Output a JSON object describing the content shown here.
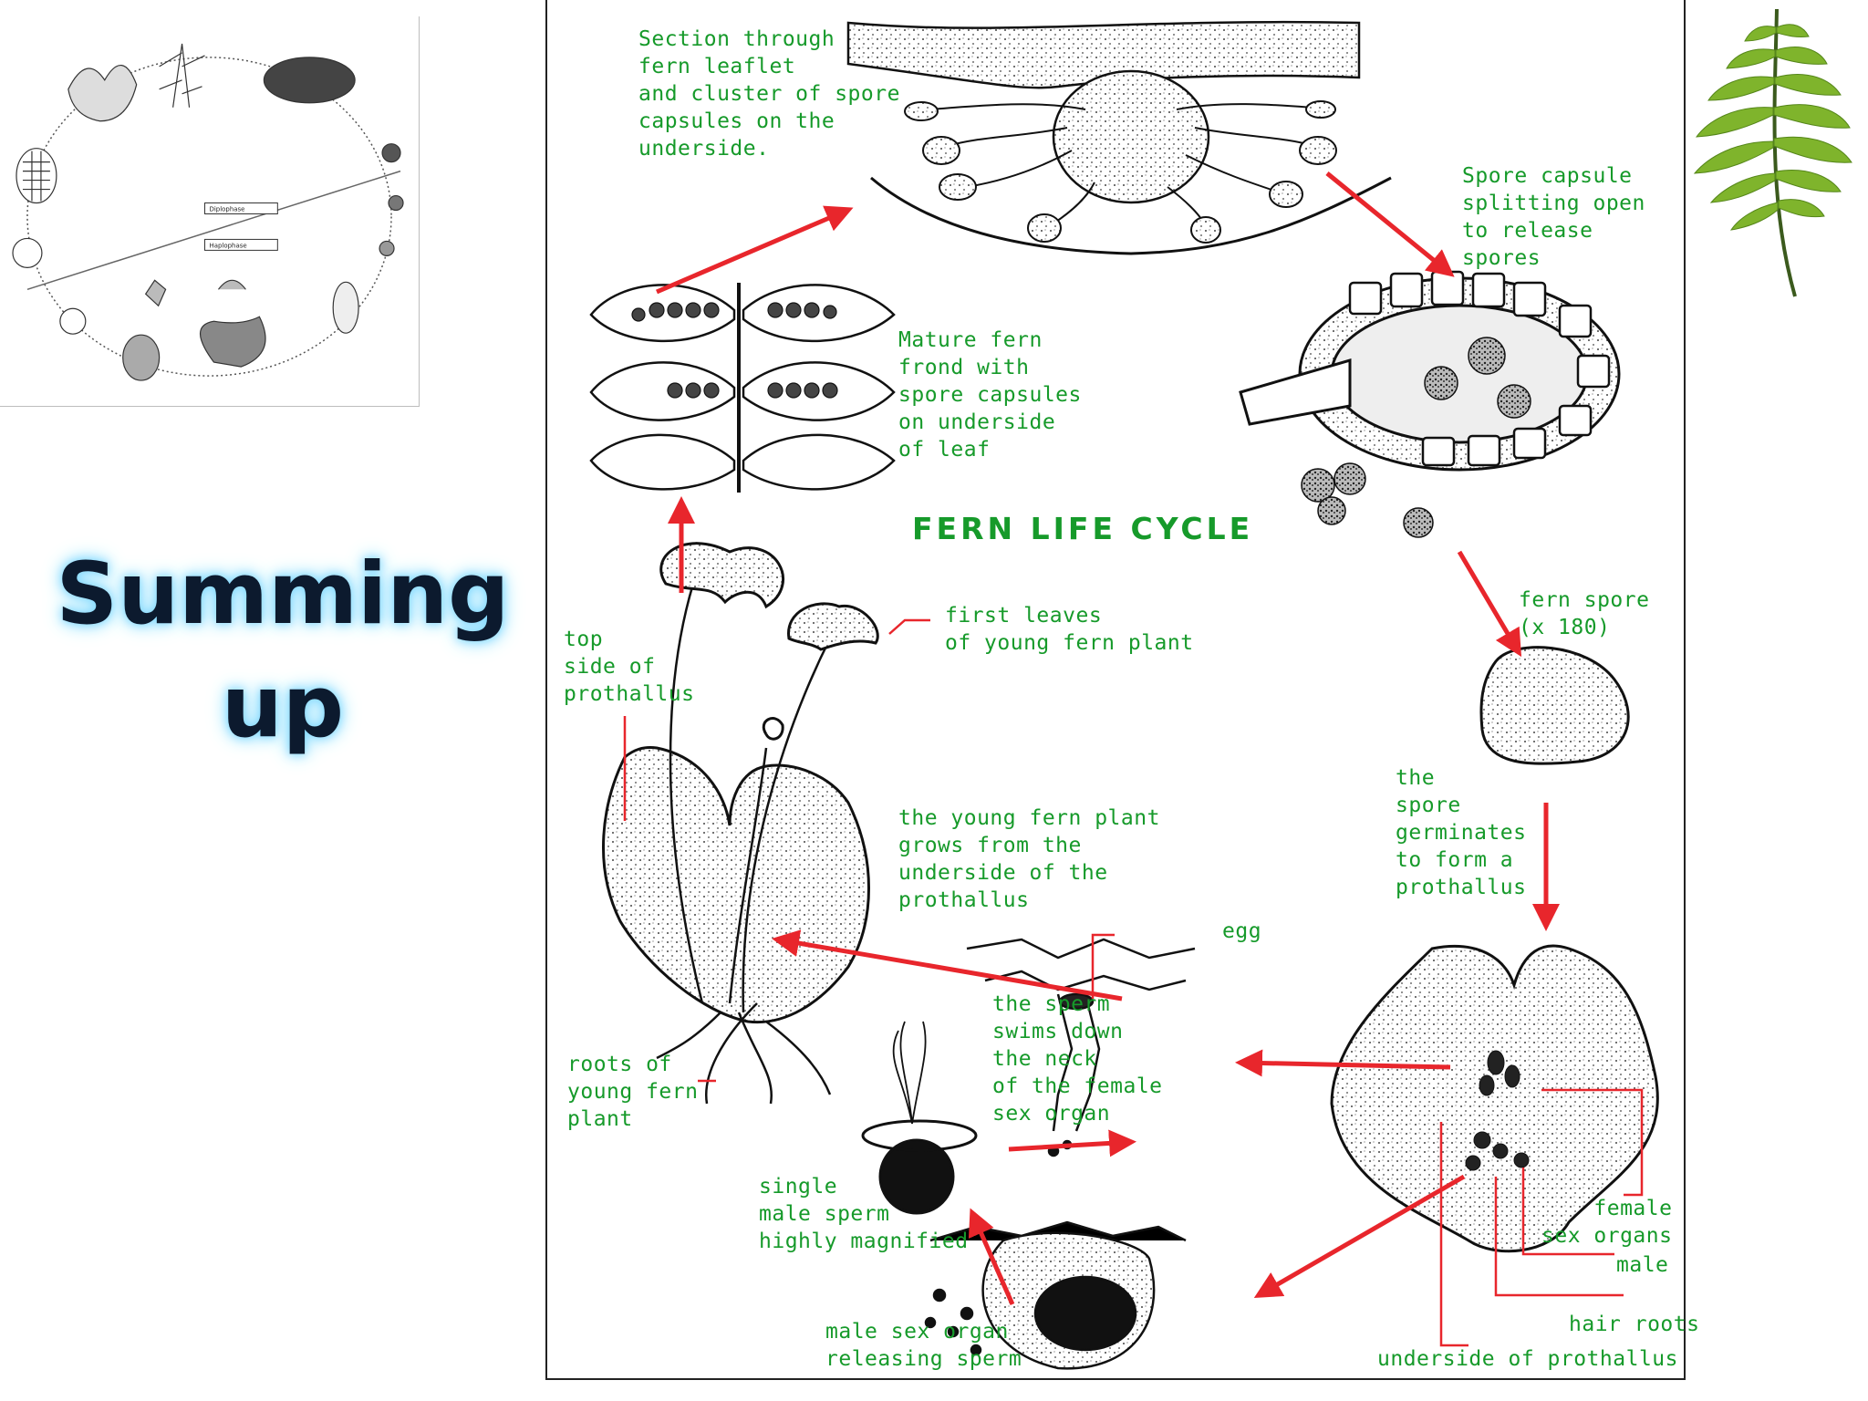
{
  "slide": {
    "heading_line1": "Summing",
    "heading_line2": "up"
  },
  "thumbnail": {
    "phase_top": "Diplophase",
    "phase_bottom": "Haplophase"
  },
  "diagram": {
    "title": "FERN LIFE CYCLE",
    "labels": {
      "section": "Section through\nfern leaflet\nand cluster of spore\ncapsules on the\nunderside.",
      "spore_capsule": "Spore capsule\nsplitting open\nto release\nspores",
      "mature_frond": "Mature fern\nfrond with\nspore capsules\non underside\nof leaf",
      "fern_spore": "fern spore\n(x 180)",
      "top_side": "top\nside of\nprothallus",
      "first_leaves": "first leaves\nof young fern plant",
      "young_plant": "the young fern plant\ngrows from the\nunderside of the\nprothallus",
      "germinates": "the\nspore\ngerminates\nto form a\nprothallus",
      "egg": "egg",
      "sperm_swims": "the sperm\nswims down\nthe neck\nof the female\nsex organ",
      "roots": "roots of\nyoung fern\nplant",
      "single_sperm": "single\nmale sperm\nhighly magnified",
      "female_organs": "female\nsex organs",
      "male": "male",
      "hair_roots": "hair roots",
      "male_organ": "male sex organ\nreleasing sperm",
      "underside": "underside of prothallus"
    }
  },
  "colors": {
    "label_green": "#169a2a",
    "arrow_red": "#e8262c",
    "glow": "#7fd7ff"
  }
}
